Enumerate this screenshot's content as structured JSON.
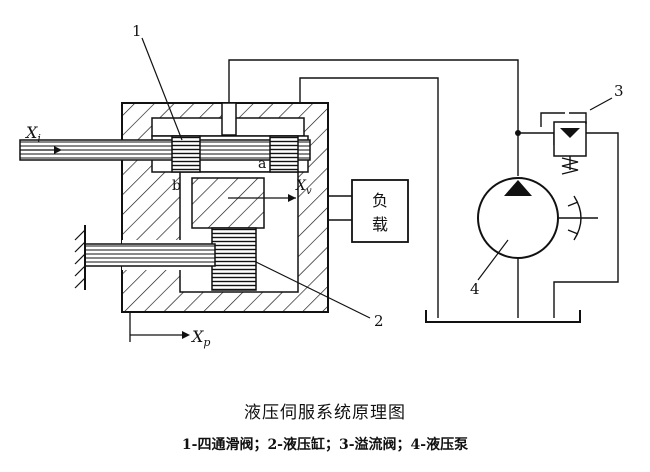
{
  "diagram": {
    "title": "液压伺服系统原理图",
    "legend": "1-四通滑阀；2-液压缸；3-溢流阀；4-液压泵",
    "part_numbers": {
      "valve": "1",
      "cylinder": "2",
      "relief": "3",
      "pump": "4"
    },
    "point_labels": {
      "a": "a",
      "b": "b"
    },
    "input_label": {
      "sym": "X",
      "sub": "i"
    },
    "output_label": {
      "sym": "X",
      "sub": "p"
    },
    "valve_disp_label": {
      "sym": "X",
      "sub": "v"
    },
    "load_label_line1": "负",
    "load_label_line2": "载"
  }
}
